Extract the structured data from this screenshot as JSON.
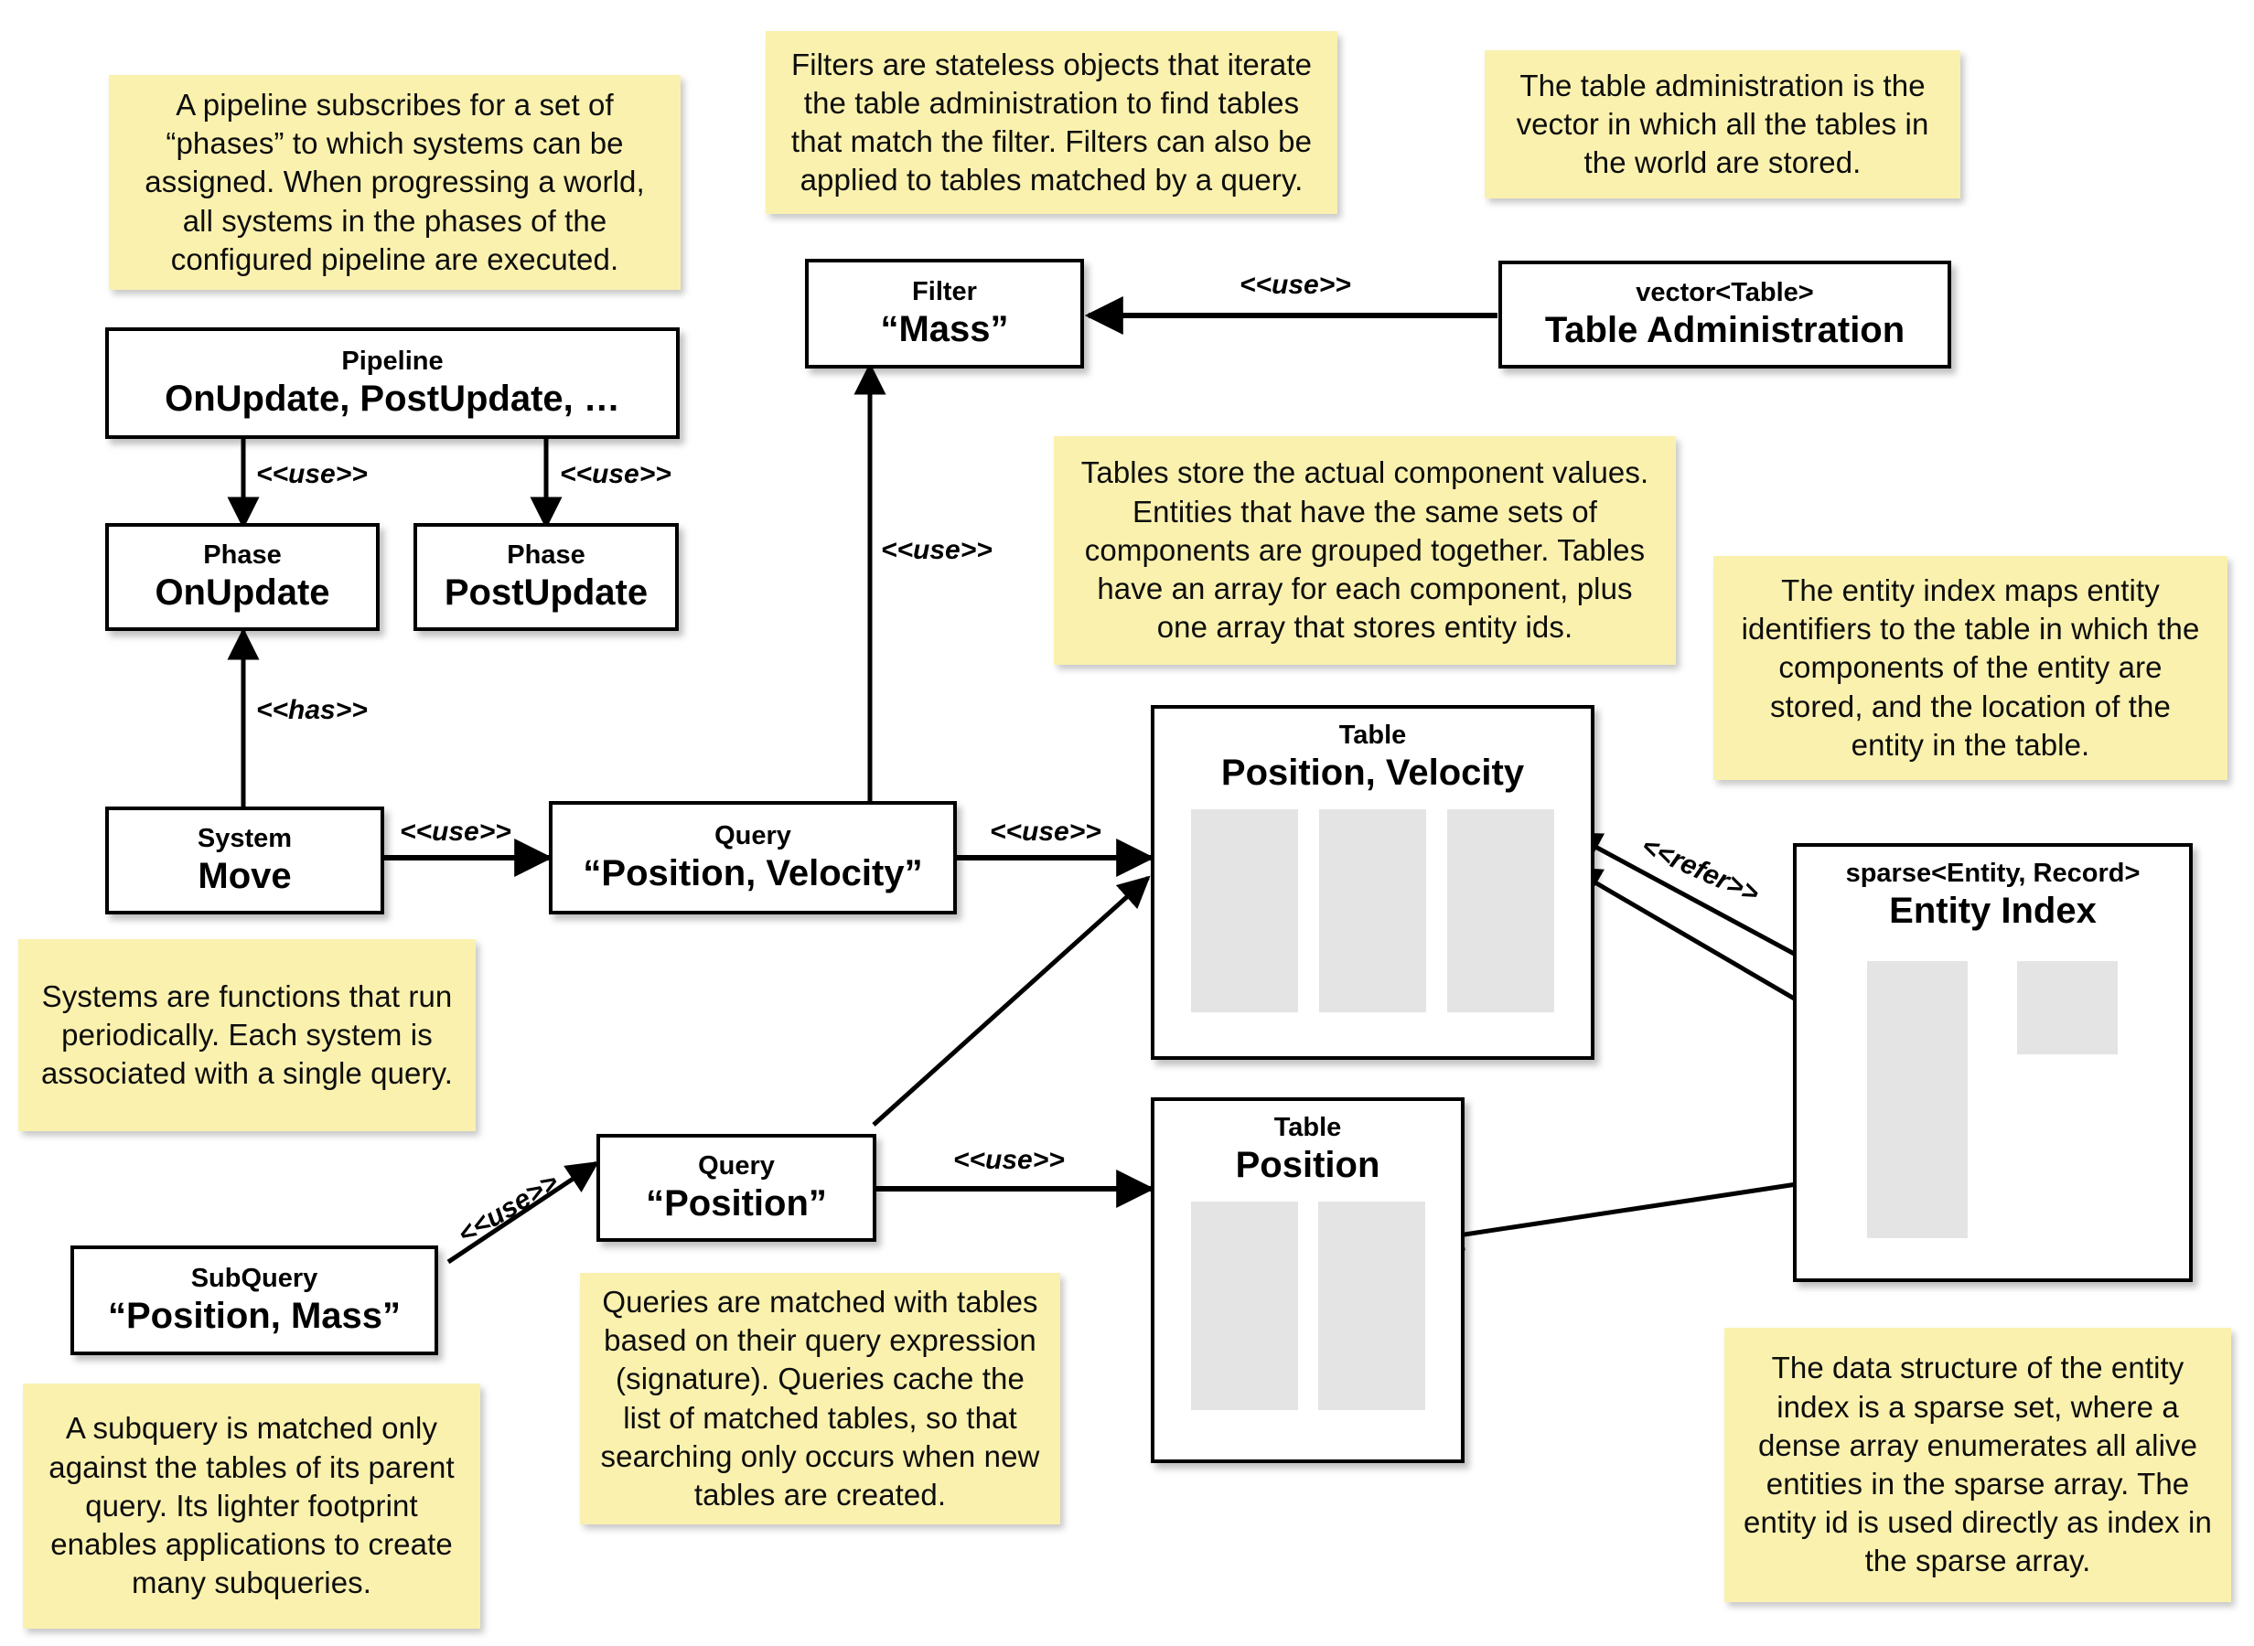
{
  "diagram": {
    "title": "ECS storage architecture diagram",
    "colors": {
      "note_background": "#faf1ae",
      "box_background": "#ffffff",
      "box_border": "#000000",
      "column_fill": "#e4e4e4",
      "canvas": "#ffffff"
    }
  },
  "notes": [
    {
      "id": "pipeline-note",
      "text": "A pipeline subscribes for a set of “phases” to which systems can be assigned. When progressing a world, all systems in the phases of the configured pipeline are executed."
    },
    {
      "id": "filter-note",
      "text": "Filters are stateless objects that iterate the table administration to find tables that match the filter. Filters can also be applied to tables matched by a query."
    },
    {
      "id": "table-administration-note",
      "text": "The table administration is the vector in which all the tables in the world are stored."
    },
    {
      "id": "tables-note",
      "text": "Tables store the actual component values. Entities that have the same sets of components are grouped together. Tables have an array for each component, plus one array that stores entity ids."
    },
    {
      "id": "entity-index-note",
      "text": "The entity index maps entity identifiers to the table in which the components of the entity are stored, and the location of the entity in the table."
    },
    {
      "id": "systems-note",
      "text": "Systems are functions that run periodically. Each system is associated with a single query."
    },
    {
      "id": "queries-note",
      "text": "Queries are matched with tables based on their query expression (signature). Queries cache the list of matched tables, so that searching only occurs when new tables are created."
    },
    {
      "id": "subquery-note",
      "text": "A subquery is matched only against the tables of its parent query. Its lighter footprint enables applications to create many subqueries."
    },
    {
      "id": "sparse-set-note",
      "text": "The data structure of the entity index is a sparse set, where a dense array enumerates all alive entities in the sparse array. The entity id is used directly as index in the sparse array."
    }
  ],
  "boxes": [
    {
      "id": "pipeline",
      "stereotype": "Pipeline",
      "title": "OnUpdate, PostUpdate, …"
    },
    {
      "id": "phase-onupdate",
      "stereotype": "Phase",
      "title": "OnUpdate"
    },
    {
      "id": "phase-postupdate",
      "stereotype": "Phase",
      "title": "PostUpdate"
    },
    {
      "id": "system-move",
      "stereotype": "System",
      "title": "Move"
    },
    {
      "id": "query-position-velocity",
      "stereotype": "Query",
      "title": "“Position, Velocity”"
    },
    {
      "id": "query-position",
      "stereotype": "Query",
      "title": "“Position”"
    },
    {
      "id": "subquery-position-mass",
      "stereotype": "SubQuery",
      "title": "“Position, Mass”"
    },
    {
      "id": "filter-mass",
      "stereotype": "Filter",
      "title": "“Mass”"
    },
    {
      "id": "table-administration",
      "stereotype": "vector<Table>",
      "title": "Table Administration"
    },
    {
      "id": "table-position-velocity",
      "stereotype": "Table",
      "title": "Position, Velocity"
    },
    {
      "id": "table-position",
      "stereotype": "Table",
      "title": "Position"
    },
    {
      "id": "entity-index",
      "stereotype": "sparse<Entity, Record>",
      "title": "Entity Index"
    }
  ],
  "edge_labels": {
    "pipeline_to_onupdate": "<<use>>",
    "pipeline_to_postupdate": "<<use>>",
    "system_has_phase": "<<has>>",
    "system_uses_query": "<<use>>",
    "query_uses_filter": "<<use>>",
    "table_admin_uses_filter": "<<use>>",
    "query_pv_uses_table": "<<use>>",
    "query_p_uses_table": "<<use>>",
    "subquery_uses_query": "<<use>>",
    "entity_index_refers_table": "<<refer>>"
  },
  "table_columns": {
    "table_position_velocity_count": 3,
    "table_position_count": 2,
    "entity_index_arrays": [
      "sparse-array",
      "dense-array"
    ]
  }
}
